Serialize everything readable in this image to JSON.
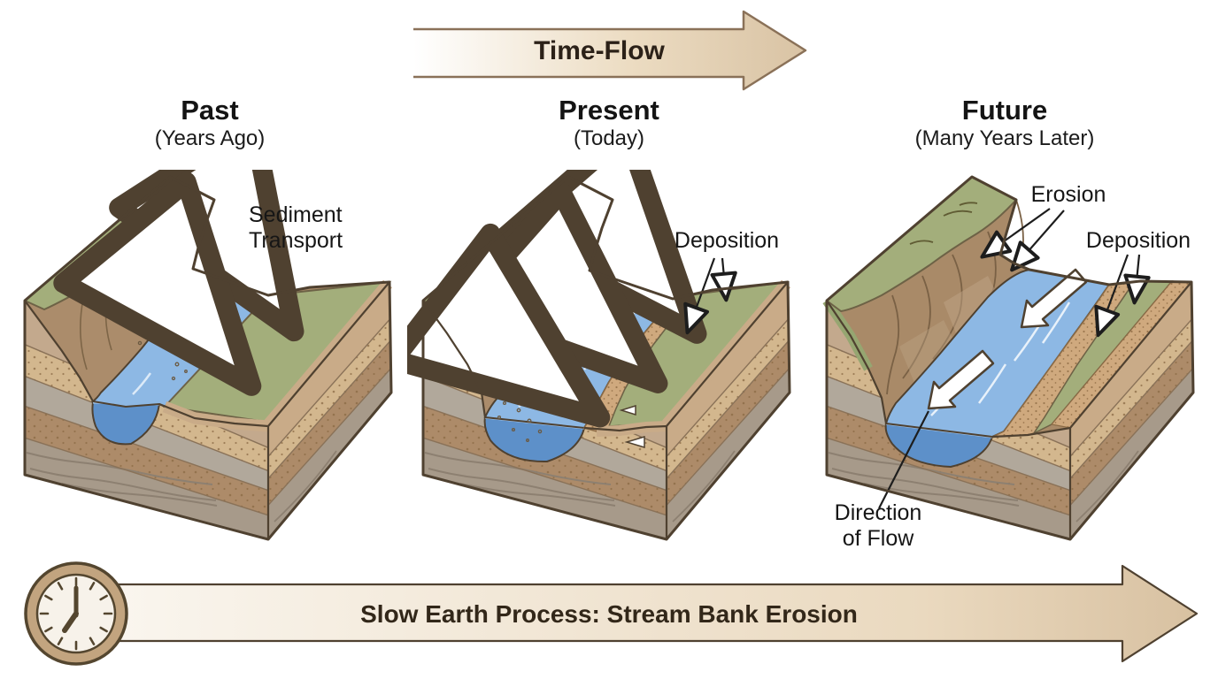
{
  "header": {
    "time_flow_label": "Time-Flow"
  },
  "columns": [
    {
      "id": "past",
      "title": "Past",
      "subtitle": "(Years Ago)"
    },
    {
      "id": "present",
      "title": "Present",
      "subtitle": "(Today)"
    },
    {
      "id": "future",
      "title": "Future",
      "subtitle": "(Many Years Later)"
    }
  ],
  "annotations": {
    "sediment_transport": "Sediment Transport",
    "deposition_present": "Deposition",
    "erosion_future": "Erosion",
    "deposition_future": "Deposition",
    "direction_of_flow": "Direction of Flow"
  },
  "footer": {
    "banner_label": "Slow Earth Process: Stream Bank Erosion",
    "clock_icon": "analog-clock-seven-oclock"
  },
  "palette": {
    "grass": "#a3ae7b",
    "cliff_brown": "#ab8c6b",
    "eroded_bank": "#a98a68",
    "water": "#8db8e4",
    "water_front_face": "#5d90c9",
    "sand_deposit": "#cfa97e",
    "soil_tan": "#c3a98d",
    "soil_sandy": "#d3b78e",
    "soil_gray": "#b1a89b",
    "soil_brown": "#ad8b69",
    "soil_gray_wavy": "#a79a8a",
    "outline": "#4f4130",
    "arrow_tan": "#d9c3a4",
    "banner_cream": "#f7f2ea",
    "text_dark": "#161616"
  }
}
